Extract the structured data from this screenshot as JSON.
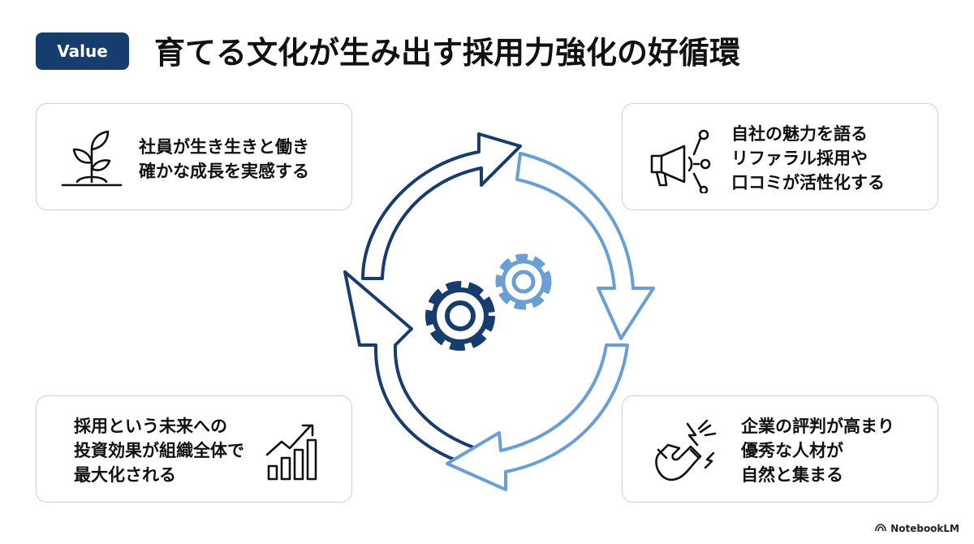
{
  "header": {
    "badge": "Value",
    "title": "育てる文化が生み出す採用力強化の好循環"
  },
  "cards": {
    "top_left": {
      "icon": "sprout-icon",
      "lines": [
        "社員が生き生きと働き",
        "確かな成長を実感する"
      ]
    },
    "top_right": {
      "icon": "megaphone-icon",
      "lines": [
        "自社の魅力を語る",
        "リファラル採用や",
        "口コミが活性化する"
      ]
    },
    "bottom_left": {
      "icon": "growth-chart-icon",
      "lines": [
        "採用という未来への",
        "投資効果が組織全体で",
        "最大化される"
      ]
    },
    "bottom_right": {
      "icon": "magnet-icon",
      "lines": [
        "企業の評判が高まり",
        "優秀な人材が",
        "自然と集まる"
      ]
    }
  },
  "center": {
    "icon": "gears-icon"
  },
  "colors": {
    "navy": "#173c6e",
    "light_blue": "#6a9fd6",
    "gray_border": "#cfcfcf"
  },
  "footer": {
    "brand": "NotebookLM",
    "icon": "notebooklm-logo-icon"
  }
}
